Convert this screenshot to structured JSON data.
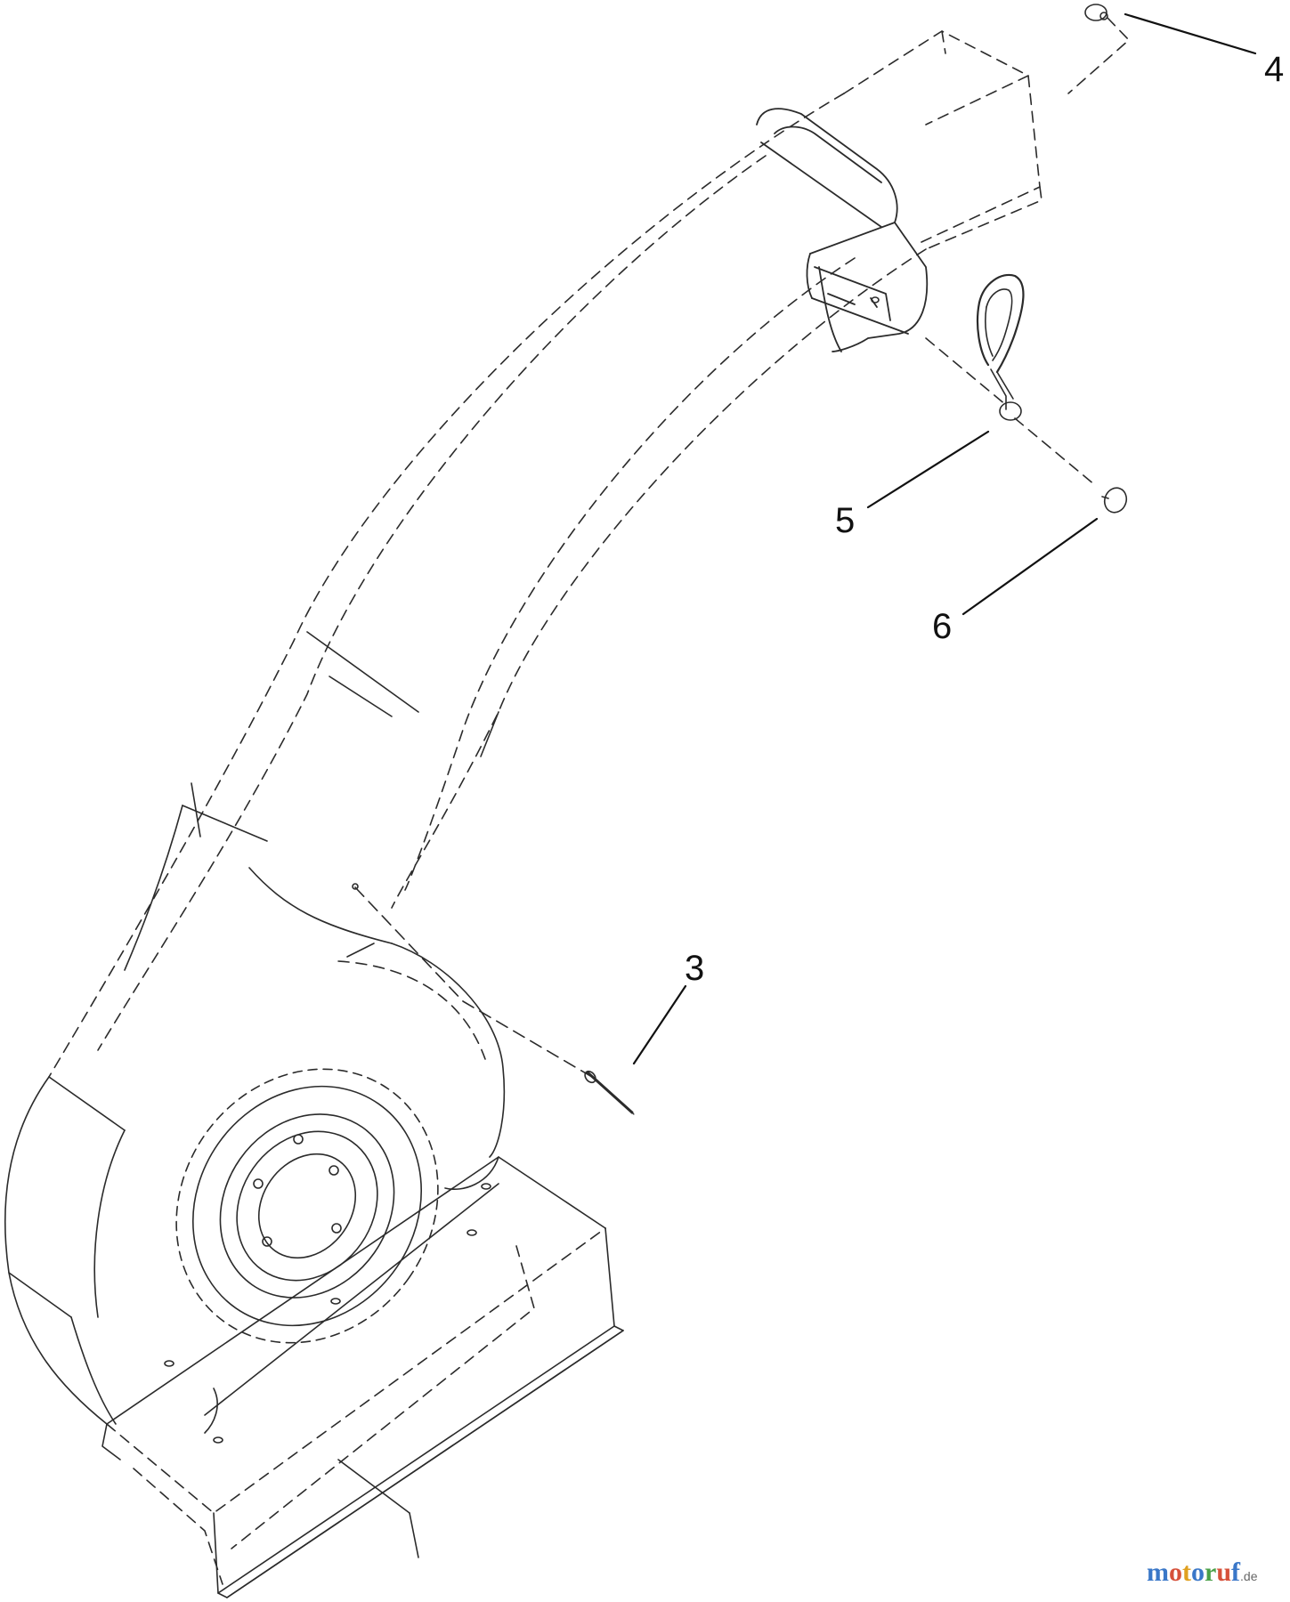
{
  "callouts": {
    "item3": "3",
    "item4": "4",
    "item5": "5",
    "item6": "6"
  },
  "watermark": {
    "text": "motoruf",
    "suffix": ".de"
  },
  "colors": {
    "line": "#2b2b2b",
    "background": "#ffffff"
  }
}
